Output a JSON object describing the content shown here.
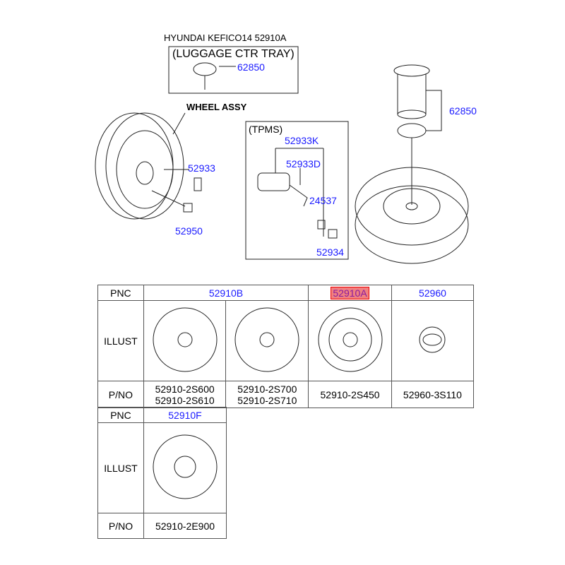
{
  "diagram": {
    "luggage_header_overlap": "HYUNDAI KEFICO14 52910A",
    "luggage_title": "(LUGGAGE CTR TRAY)",
    "luggage_part": "62850",
    "wheel_assy_label": "WHEEL ASSY",
    "wheel_parts": [
      "52933",
      "52950"
    ],
    "tpms_title": "(TPMS)",
    "tpms_parts": [
      "52933K",
      "52933D",
      "24537",
      "52934"
    ],
    "spare_part": "62850"
  },
  "table1": {
    "row_labels": [
      "PNC",
      "ILLUST",
      "P/NO"
    ],
    "pnc": [
      "52910B",
      "52910A",
      "52960"
    ],
    "pno": [
      [
        "52910-2S600",
        "52910-2S610"
      ],
      [
        "52910-2S700",
        "52910-2S710"
      ],
      [
        "52910-2S450"
      ],
      [
        "52960-3S110"
      ]
    ]
  },
  "table2": {
    "row_labels": [
      "PNC",
      "ILLUST",
      "P/NO"
    ],
    "pnc": "52910F",
    "pno": "52910-2E900"
  },
  "colors": {
    "link": "#1a1aff",
    "highlight": "#f08080"
  }
}
